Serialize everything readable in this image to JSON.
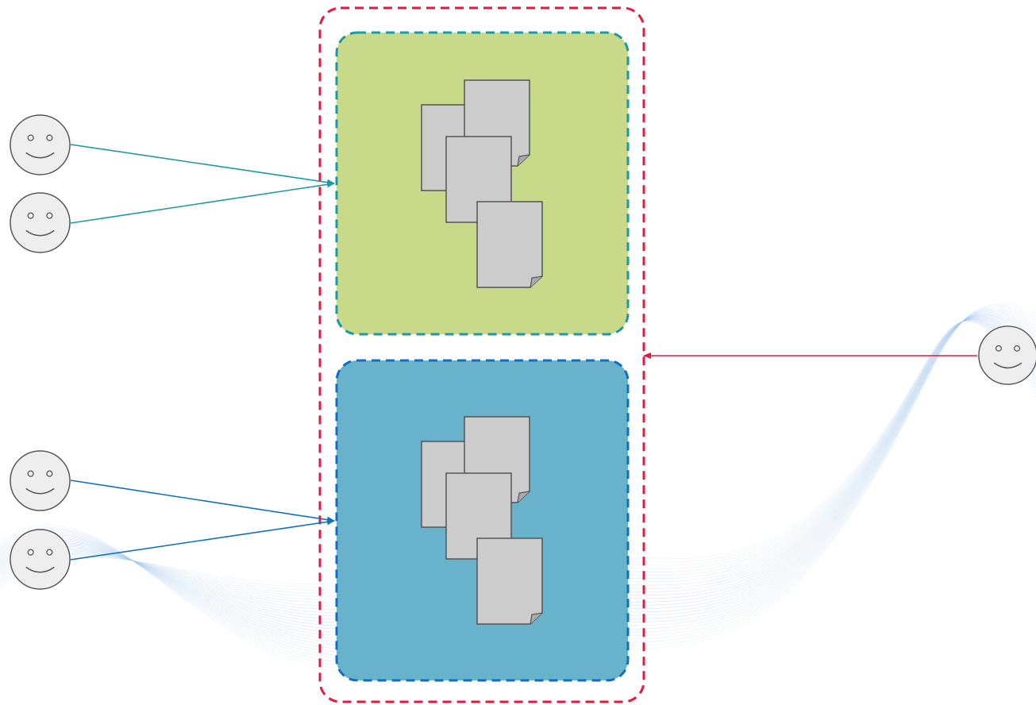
{
  "colors": {
    "outer_border": "#e8173d",
    "green_group_fill": "#c8d989",
    "green_group_border": "#1a9aa3",
    "blue_group_fill": "#68b3cb",
    "blue_group_border": "#1070c0",
    "document_fill": "#cccccc",
    "document_stroke": "#555555",
    "face_fill": "#eeeeee",
    "face_stroke": "#555555",
    "green_arrow": "#1a9aa3",
    "blue_arrow": "#1070c0",
    "red_arrow": "#e8173d",
    "wave": "#4a90d9"
  },
  "diagram": {
    "outer_container": {
      "icon": "dashed-red-rounded-rectangle"
    },
    "groups": [
      {
        "id": "green-group",
        "icon": "document-stack-icon",
        "document_count": 4
      },
      {
        "id": "blue-group",
        "icon": "document-stack-icon",
        "document_count": 4
      }
    ],
    "users": [
      {
        "id": "user-green-1",
        "icon": "smiley-face-icon",
        "target": "green-group"
      },
      {
        "id": "user-green-2",
        "icon": "smiley-face-icon",
        "target": "green-group"
      },
      {
        "id": "user-blue-1",
        "icon": "smiley-face-icon",
        "target": "blue-group"
      },
      {
        "id": "user-blue-2",
        "icon": "smiley-face-icon",
        "target": "blue-group"
      },
      {
        "id": "user-outer",
        "icon": "smiley-face-icon",
        "target": "outer-container"
      }
    ],
    "background": {
      "icon": "decorative-wave-lines"
    }
  }
}
